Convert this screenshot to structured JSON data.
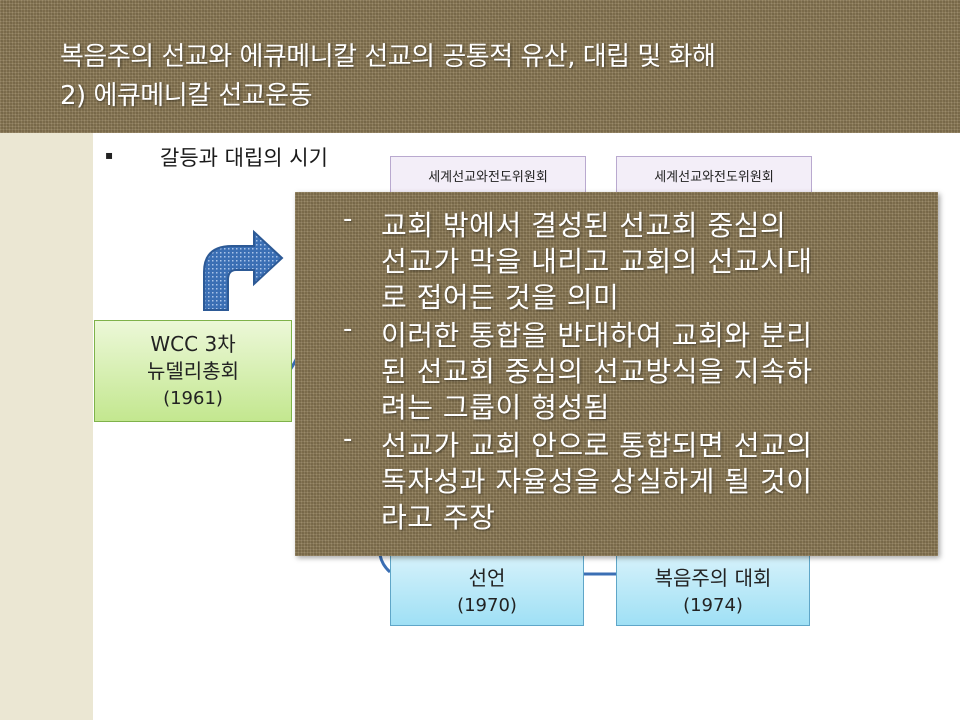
{
  "title": {
    "line1": "복음주의 선교와 에큐메니칼 선교의 공통적 유산, 대립 및 화해",
    "line2": "2) 에큐메니칼 선교운동"
  },
  "section": {
    "bullet": "▪",
    "heading": "갈등과 대립의 시기"
  },
  "org_boxes": [
    {
      "label": "세계선교와전도위원회"
    },
    {
      "label": "세계선교와전도위원회"
    }
  ],
  "wcc_box": {
    "line1": "WCC 3차",
    "line2": "뉴델리총회",
    "year": "(1961)"
  },
  "blue_boxes": [
    {
      "line1": "선언",
      "year": "(1970)"
    },
    {
      "line1": "복음주의 대회",
      "year": "(1974)"
    }
  ],
  "overlay": {
    "dash": "-",
    "items": [
      {
        "lines": [
          "교회 밖에서 결성된 선교회 중심의",
          "선교가 막을 내리고 교회의 선교시대",
          "로 접어든 것을 의미"
        ]
      },
      {
        "lines": [
          "이러한 통합을 반대하여 교회와 분리",
          "된 선교회 중심의 선교방식을 지속하",
          "려는 그룹이 형성됨"
        ]
      },
      {
        "lines": [
          "선교가 교회 안으로 통합되면 선교의",
          "독자성과 자율성을 상실하게 될 것이",
          "라고 주장"
        ]
      }
    ]
  },
  "icons": {
    "arrow": "curved-right-arrow-icon"
  },
  "colors": {
    "burlap": "#8c7a55",
    "green_box": "#c3e78f",
    "blue_box": "#9fe0f5",
    "org_box": "#f3eef8",
    "arrow": "#3b6fb4"
  }
}
